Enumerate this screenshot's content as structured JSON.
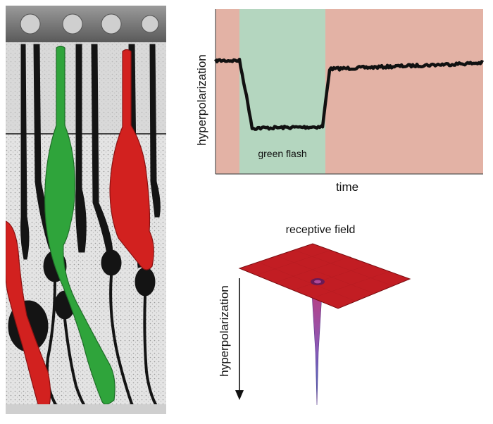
{
  "trace": {
    "y_axis_label": "hyperpolarization",
    "x_axis_label": "time",
    "flash_label": "green flash",
    "colors": {
      "background": "#e3b2a5",
      "flash": "#b4d6bf",
      "trace": "#111111"
    }
  },
  "receptive_field": {
    "title": "receptive field",
    "y_axis_label": "hyperpolarization",
    "colors": {
      "surface": "#c21d23",
      "surface_edge": "#7a0c10",
      "spike_top": "#c0397a",
      "spike_bottom": "#2f6fc0"
    }
  },
  "histology": {
    "colors": {
      "green_cone": "#2fa43b",
      "red_cone": "#d2211f",
      "rods": "#141414",
      "background": "#dcdcdc"
    }
  }
}
